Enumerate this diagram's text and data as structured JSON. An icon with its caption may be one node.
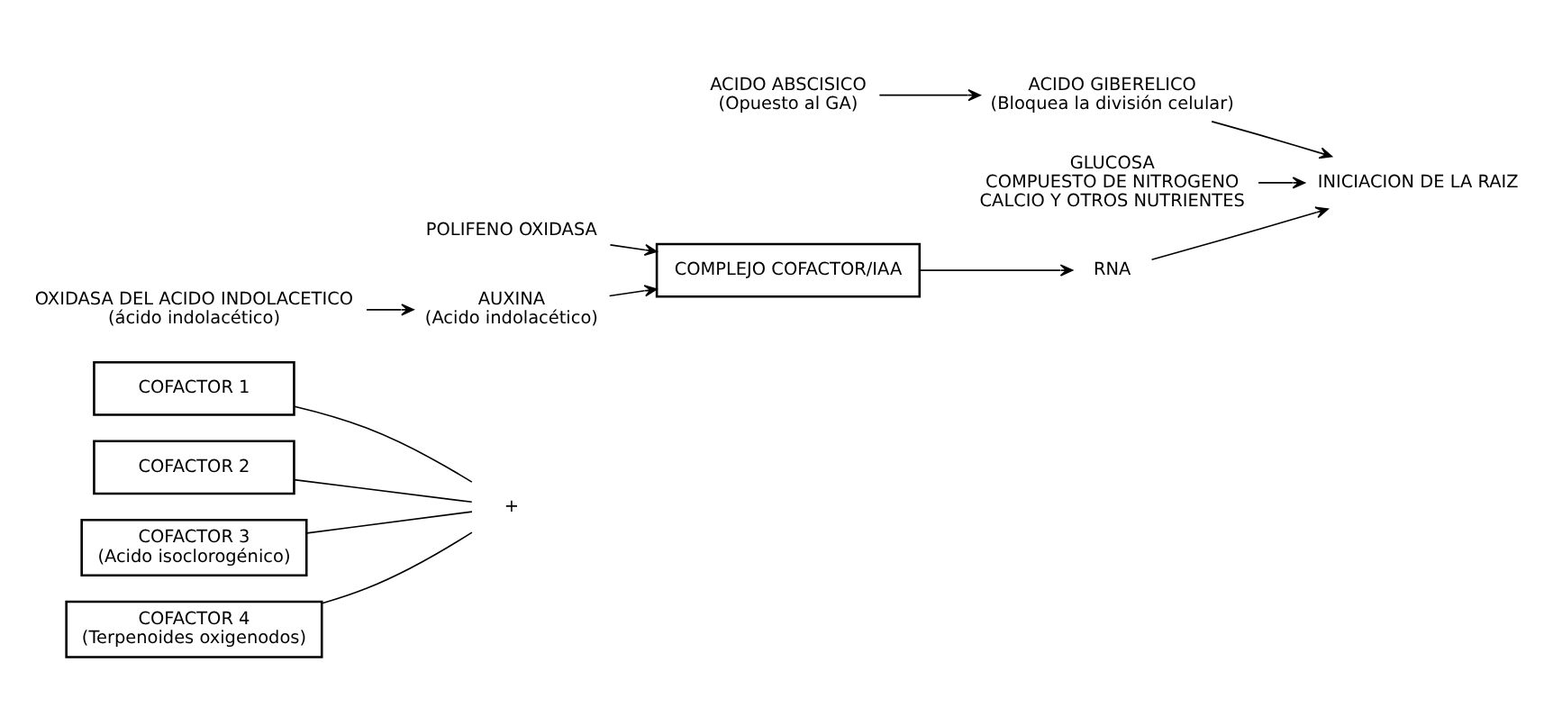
{
  "diagram": {
    "nodes": [
      {
        "text": [
          "COFACTOR 1"
        ]
      },
      {
        "text": [
          "COFACTOR 2"
        ]
      },
      {
        "text": [
          "COFACTOR 3",
          "(Acido isoclorogénico)"
        ]
      },
      {
        "text": [
          "COFACTOR 4",
          "(Terpenoides oxigenodos)"
        ]
      },
      {
        "text": [
          "+"
        ]
      },
      {
        "text": [
          "AUXINA",
          "(Acido indolacético)"
        ]
      },
      {
        "text": [
          "OXIDASA DEL ACIDO INDOLACETICO",
          "(ácido indolacético)"
        ]
      },
      {
        "text": [
          "COMPLEJO COFACTOR/IAA"
        ]
      },
      {
        "text": [
          "POLIFENO OXIDASA"
        ]
      },
      {
        "text": [
          "RNA"
        ]
      },
      {
        "text": [
          "INICIACION DE LA RAIZ"
        ]
      },
      {
        "text": [
          "ACIDO GIBERELICO",
          "(Bloquea la división celular)"
        ]
      },
      {
        "text": [
          "ACIDO ABSCISICO",
          "(Opuesto al GA)"
        ]
      },
      {
        "text": [
          "GLUCOSA",
          "COMPUESTO DE NITROGENO",
          "CALCIO Y OTROS NUTRIENTES"
        ]
      }
    ],
    "edges": [
      {
        "from": 0,
        "to": 4,
        "arrow": "none"
      },
      {
        "from": 1,
        "to": 4,
        "arrow": "none"
      },
      {
        "from": 2,
        "to": 4,
        "arrow": "none"
      },
      {
        "from": 3,
        "to": 4,
        "arrow": "none"
      },
      {
        "from": 6,
        "to": 5,
        "arrow": "to"
      },
      {
        "from": 5,
        "to": 7,
        "arrow": "to"
      },
      {
        "from": 8,
        "to": 7,
        "arrow": "to"
      },
      {
        "from": 7,
        "to": 9,
        "arrow": "to"
      },
      {
        "from": 9,
        "to": 10,
        "arrow": "to"
      },
      {
        "from": 12,
        "to": 11,
        "arrow": "to"
      },
      {
        "from": 11,
        "to": 10,
        "arrow": "to"
      },
      {
        "from": 13,
        "to": 10,
        "arrow": "to"
      }
    ]
  }
}
